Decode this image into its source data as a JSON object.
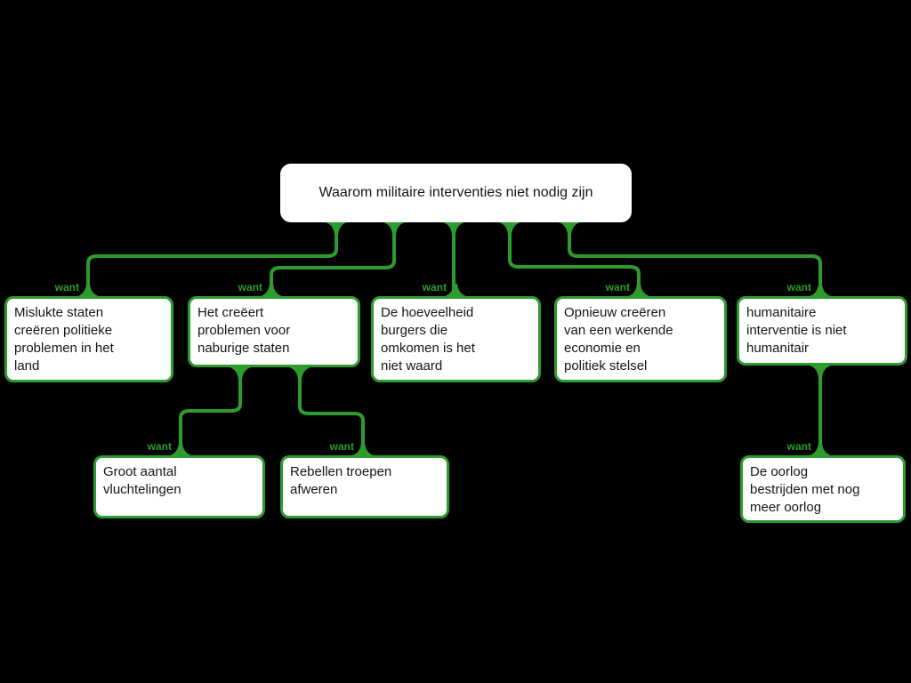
{
  "diagram": {
    "type": "argument-map",
    "colors": {
      "background": "#000000",
      "node_fill": "#FFFFFF",
      "connector_green": "#2E9B2E",
      "text": "#151515"
    },
    "nodes": {
      "root": "Waarom militaire interventies niet nodig zijn",
      "level1": [
        "Mislukte staten\ncreëren politieke\nproblemen in het\nland",
        "Het creëert\nproblemen voor\nnaburige staten",
        "De hoeveelheid\nburgers die\nomkomen is het\nniet waard",
        "Opnieuw creëren\nvan een werkende\neconomie en\npolitiek stelsel",
        "humanitaire\ninterventie is niet\nhumanitair"
      ],
      "level2": [
        "Groot aantal\nvluchtelingen",
        "Rebellen troepen\nafweren",
        "De oorlog\nbestrijden met nog\nmeer oorlog"
      ]
    },
    "edges": {
      "labels": [
        "want",
        "want",
        "want",
        "want",
        "want",
        "want",
        "want",
        "want"
      ]
    }
  }
}
